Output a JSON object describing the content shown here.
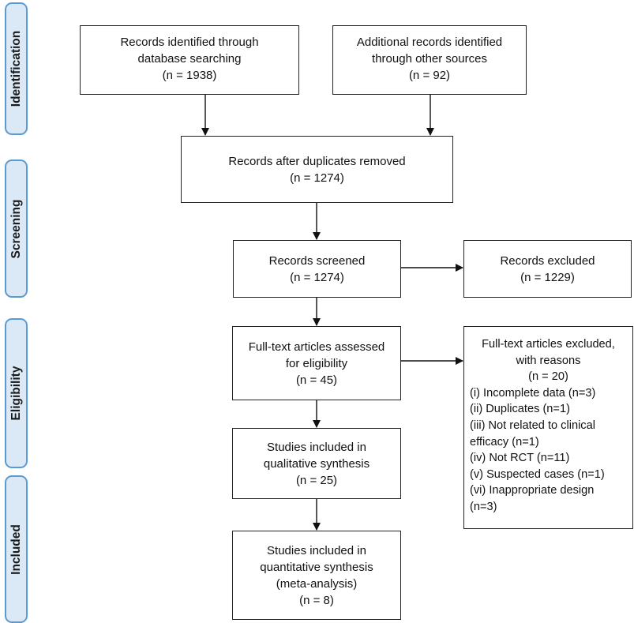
{
  "stages": [
    "Identification",
    "Screening",
    "Eligibility",
    "Included"
  ],
  "boxes": {
    "db": {
      "lines": [
        "Records identified through",
        "database searching",
        "(n = 1938)"
      ]
    },
    "other": {
      "lines": [
        "Additional records identified",
        "through other sources",
        "(n =  92)"
      ]
    },
    "dup": {
      "lines": [
        "Records after duplicates removed",
        "(n = 1274)"
      ]
    },
    "screen": {
      "lines": [
        "Records screened",
        "(n = 1274)"
      ]
    },
    "excl1": {
      "lines": [
        "Records excluded",
        "(n = 1229)"
      ]
    },
    "full": {
      "lines": [
        "Full-text articles assessed",
        "for eligibility",
        "(n = 45)"
      ]
    },
    "excl2": {
      "lines": [
        "Full-text articles excluded,",
        "with reasons",
        "(n = 20)"
      ],
      "reasons": [
        "(i) Incomplete data (n=3)",
        "(ii) Duplicates (n=1)",
        "(iii) Not related to clinical",
        "efficacy (n=1)",
        "(iv) Not RCT (n=11)",
        "(v) Suspected cases (n=1)",
        "(vi) Inappropriate design",
        "(n=3)"
      ]
    },
    "qual": {
      "lines": [
        "Studies included in",
        "qualitative synthesis",
        "(n = 25)"
      ]
    },
    "quant": {
      "lines": [
        "Studies included in",
        "quantitative synthesis",
        "(meta-analysis)",
        "(n = 8)"
      ]
    }
  }
}
